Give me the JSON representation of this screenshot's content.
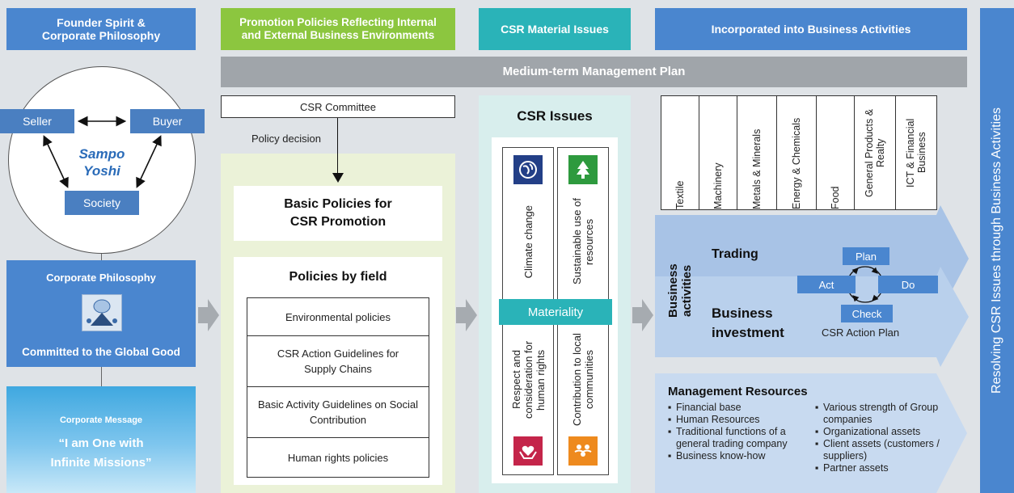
{
  "headers": {
    "founder": "Founder Spirit & Corporate Philosophy",
    "promotion": "Promotion Policies Reflecting Internal and External Business Environments",
    "csr_material": "CSR Material Issues",
    "incorporated": "Incorporated into Business Activities",
    "right_banner": "Resolving CSR Issues through Business Activities"
  },
  "medium_term_plan": "Medium-term Management Plan",
  "sampo": {
    "seller": "Seller",
    "buyer": "Buyer",
    "society": "Society",
    "center_line1": "Sampo",
    "center_line2": "Yoshi"
  },
  "corporate_philosophy": {
    "title": "Corporate Philosophy",
    "subtitle": "Committed to the Global Good"
  },
  "corporate_message": {
    "label": "Corporate Message",
    "line1": "“I am One with",
    "line2": "Infinite Missions”"
  },
  "policies": {
    "committee": "CSR Committee",
    "decision": "Policy decision",
    "basic_line1": "Basic Policies for",
    "basic_line2": "CSR Promotion",
    "by_field_title": "Policies by field",
    "items": [
      "Environmental policies",
      "CSR Action Guidelines for Supply Chains",
      "Basic Activity Guidelines on Social Contribution",
      "Human rights policies"
    ]
  },
  "csr_issues": {
    "title": "CSR Issues",
    "materiality": "Materiality",
    "climate": "Climate change",
    "sustainable": "Sustainable use of resources",
    "human_rights": "Respect and consideration for human rights",
    "local": "Contribution to local communities"
  },
  "business": {
    "sectors": [
      "Textile",
      "Machinery",
      "Metals & Minerals",
      "Energy & Chemicals",
      "Food",
      "General Products & Realty",
      "ICT & Financial Business"
    ],
    "activities_label": "Business activities",
    "trading": "Trading",
    "investment_line1": "Business",
    "investment_line2": "investment",
    "pdca": {
      "plan": "Plan",
      "do": "Do",
      "check": "Check",
      "act": "Act"
    },
    "action_plan": "CSR Action Plan"
  },
  "management_resources": {
    "title": "Management Resources",
    "left": [
      "Financial base",
      "Human Resources",
      "Traditional functions of a general trading company",
      "Business know-how"
    ],
    "right": [
      "Various strength of Group companies",
      "Organizational assets",
      "Client assets (customers / suppliers)",
      "Partner assets"
    ]
  },
  "colors": {
    "blue_header": "#4a86cf",
    "green_header": "#8cc63f",
    "teal_header": "#2ab3b8",
    "gray_band": "#a0a5aa",
    "arrow_blue": "#a8c3e6"
  }
}
